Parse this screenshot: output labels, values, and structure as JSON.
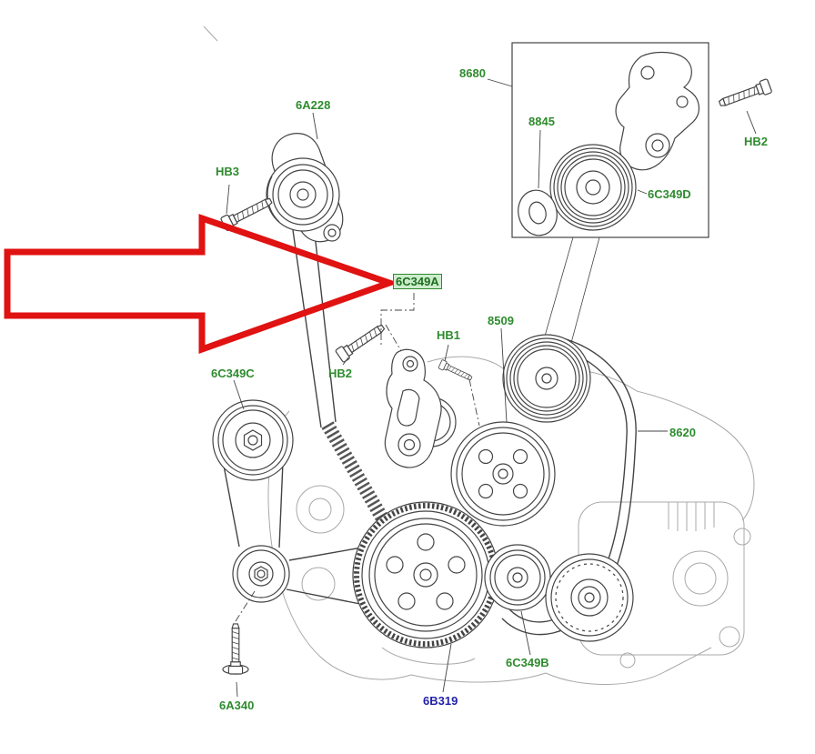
{
  "diagram": {
    "kind": "engine-accessory-drive-parts-diagram",
    "highlighted_part": "6C349A"
  },
  "labels": {
    "a6228": "6A228",
    "hb3": "HB3",
    "n8680": "8680",
    "n8845": "8845",
    "hb2_detail": "HB2",
    "c6349d": "6C349D",
    "c6349a": "6C349A",
    "hb2_main": "HB2",
    "hb1": "HB1",
    "n8509": "8509",
    "c6349c": "6C349C",
    "n8620": "8620",
    "c6349b": "6C349B",
    "b6319": "6B319",
    "a6340": "6A340"
  },
  "colors": {
    "label_green": "#2e8b2e",
    "label_blue": "#2323aa",
    "arrow_red": "#e01212",
    "line_dark": "#444444",
    "line_light": "#a8a8a8",
    "highlight_bg": "#cdeccd"
  }
}
